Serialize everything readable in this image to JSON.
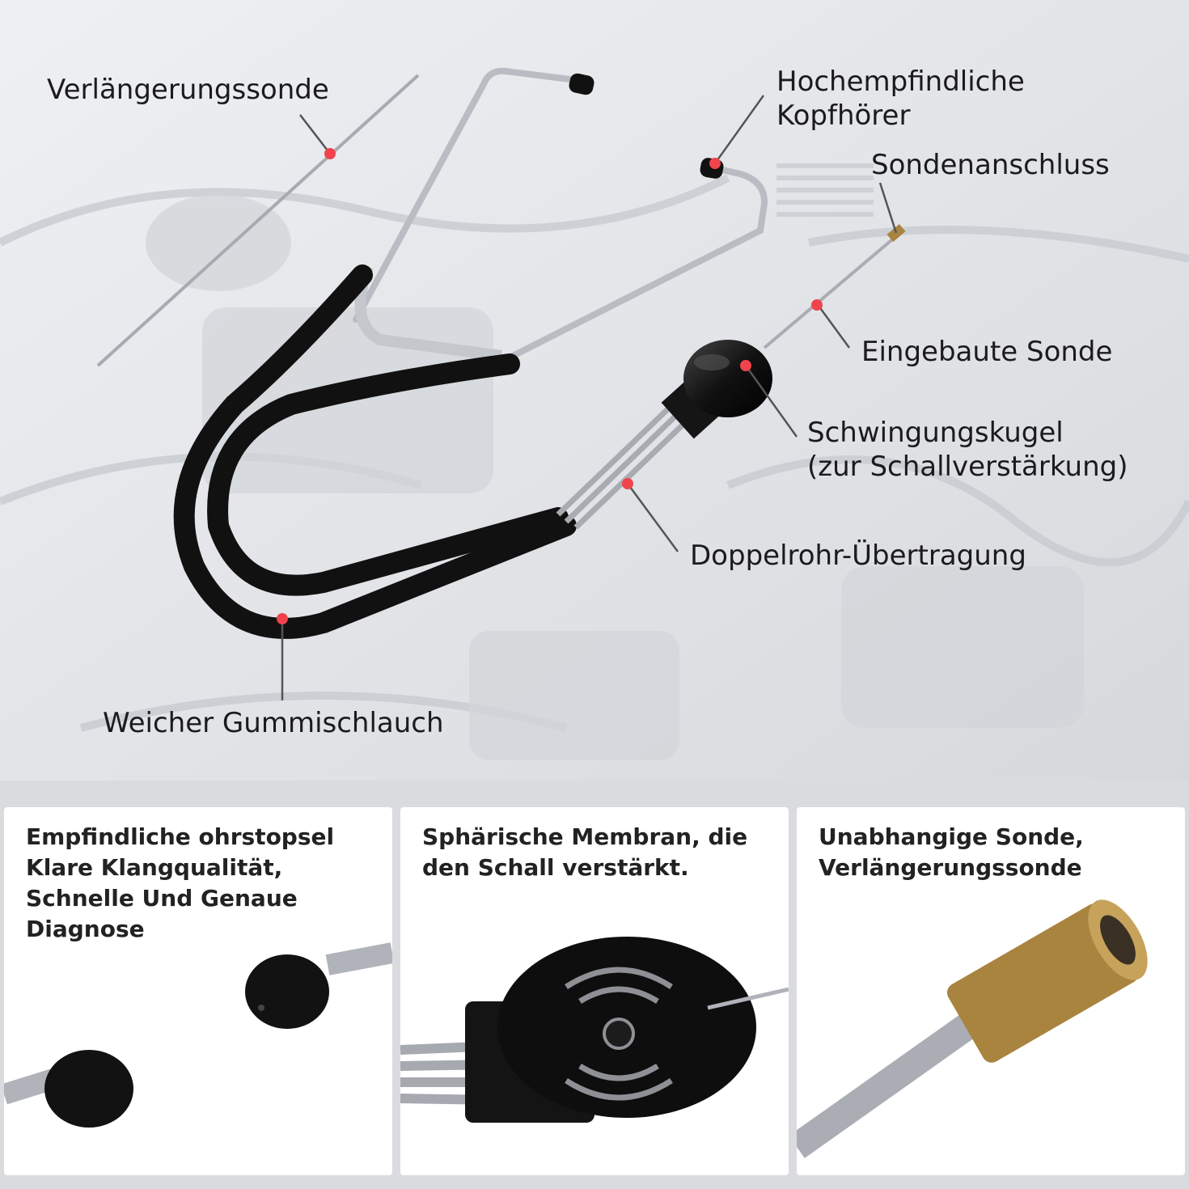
{
  "callouts": {
    "extension_probe": "Verlängerungssonde",
    "earpieces": [
      "Hochempfindliche",
      "Kopfhörer"
    ],
    "probe_connector": "Sondenanschluss",
    "builtin_probe": "Eingebaute Sonde",
    "vibration_ball": [
      "Schwingungskugel",
      "(zur Schallverstärkung)"
    ],
    "double_tube": "Doppelrohr-Übertragung",
    "rubber_hose": "Weicher Gummischlauch"
  },
  "panels": [
    {
      "lines": [
        "Empfindliche ohrstopsel",
        "Klare Klangqualität,",
        "Schnelle Und Genaue",
        "Diagnose"
      ]
    },
    {
      "lines": [
        "Sphärische Membran, die",
        "den Schall verstärkt."
      ]
    },
    {
      "lines": [
        "Unabhangige Sonde,",
        "Verlängerungssonde"
      ]
    }
  ],
  "colors": {
    "marker": "#f0434b",
    "leader": "#555555",
    "hose": "#111111",
    "steel": "#b9bcc2",
    "brass": "#a9843f"
  }
}
